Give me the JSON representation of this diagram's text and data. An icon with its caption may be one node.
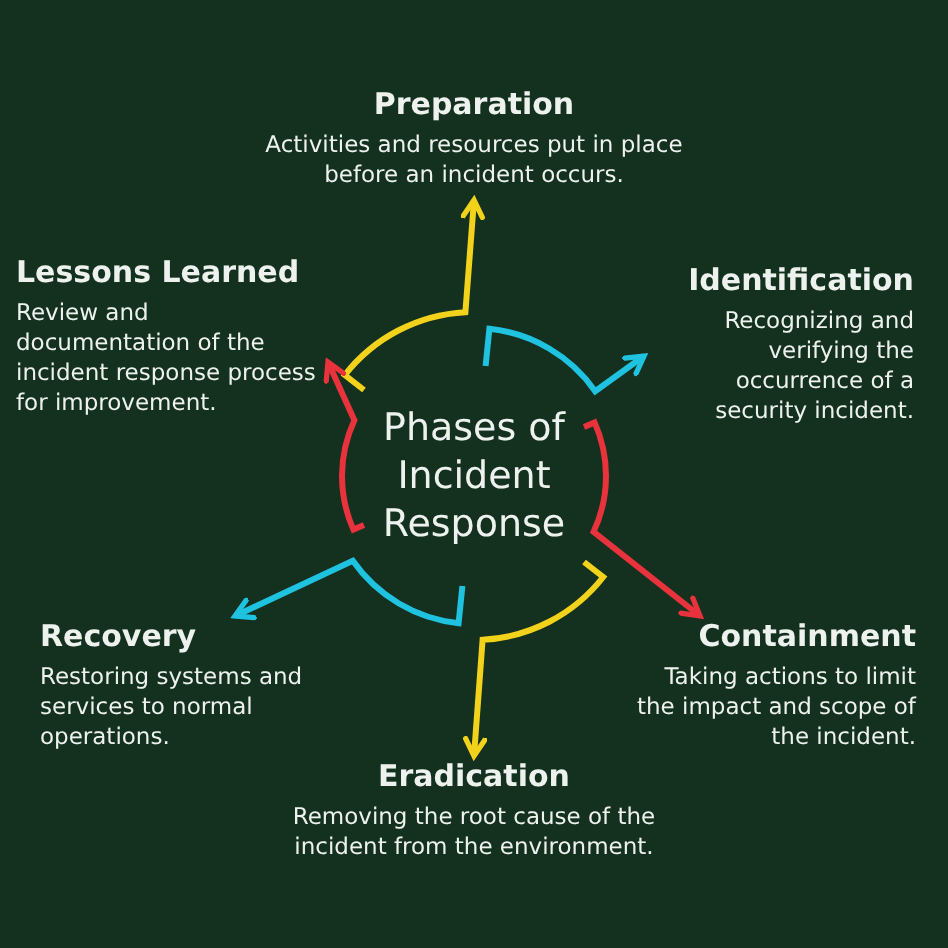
{
  "diagram": {
    "nodes": [
      {
        "text": [
          "Phases of Incident Response"
        ]
      },
      {
        "text": [
          "Preparation",
          "Activities and resources put in place before an incident occurs."
        ]
      },
      {
        "text": [
          "Identification",
          "Recognizing and verifying the occurrence of a security incident."
        ]
      },
      {
        "text": [
          "Containment",
          "Taking actions to limit the impact and scope of the incident."
        ]
      },
      {
        "text": [
          "Eradication",
          "Removing the root cause of the incident from the environment."
        ]
      },
      {
        "text": [
          "Recovery",
          "Restoring systems and services to normal operations."
        ]
      },
      {
        "text": [
          "Lessons Learned",
          "Review and documentation of the incident response process for improvement."
        ]
      }
    ],
    "edges": [
      {
        "from": 0,
        "to": 1,
        "arrow": "to",
        "color": "#f2d21b"
      },
      {
        "from": 0,
        "to": 2,
        "arrow": "to",
        "color": "#1fc3e0"
      },
      {
        "from": 0,
        "to": 3,
        "arrow": "to",
        "color": "#e8323c"
      },
      {
        "from": 0,
        "to": 4,
        "arrow": "to",
        "color": "#f2d21b"
      },
      {
        "from": 0,
        "to": 5,
        "arrow": "to",
        "color": "#1fc3e0"
      },
      {
        "from": 0,
        "to": 6,
        "arrow": "to",
        "color": "#e8323c"
      }
    ]
  }
}
